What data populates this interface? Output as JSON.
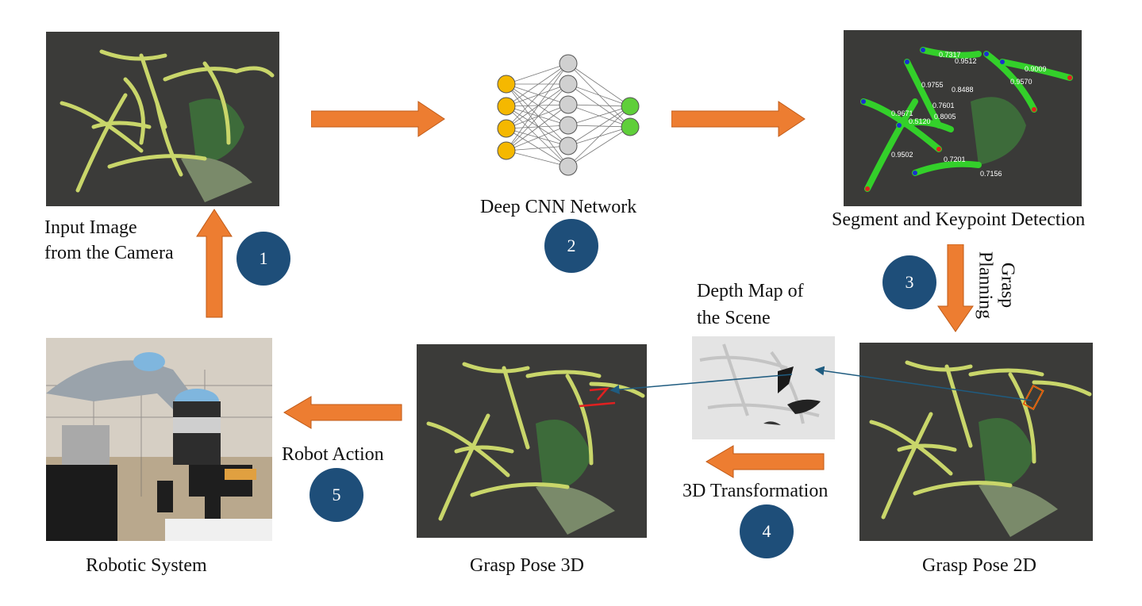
{
  "labels": {
    "input_image": [
      "Input Image",
      "from the Camera"
    ],
    "cnn": "Deep CNN Network",
    "segment": "Segment and Keypoint Detection",
    "grasp_planning": [
      "Grasp",
      "Planning"
    ],
    "depth_map": [
      "Depth Map of",
      "the Scene"
    ],
    "grasp_pose_2d": "Grasp Pose 2D",
    "grasp_pose_3d": "Grasp Pose 3D",
    "transform_3d": "3D Transformation",
    "robot_action": "Robot Action",
    "robotic_system": "Robotic System"
  },
  "steps": [
    "1",
    "2",
    "3",
    "4",
    "5"
  ],
  "keypoint_scores": [
    "0.7317",
    "0.9512",
    "0.9009",
    "0.9570",
    "0.9755",
    "0.8488",
    "0.9671",
    "0.7601",
    "0.8005",
    "0.5120",
    "0.9502",
    "0.7201",
    "0.7156"
  ],
  "colors": {
    "arrow": "#ed7d31",
    "badge": "#1e4e79",
    "connector": "#1f5c80",
    "input_node": "#f5b800",
    "hidden_node": "#d0d0d0",
    "output_node": "#5fcf3a",
    "grasp_line": "#e02020",
    "grasp_box": "#f2c200"
  },
  "icons": [
    "neural-network-icon",
    "robot-arm-photo"
  ]
}
